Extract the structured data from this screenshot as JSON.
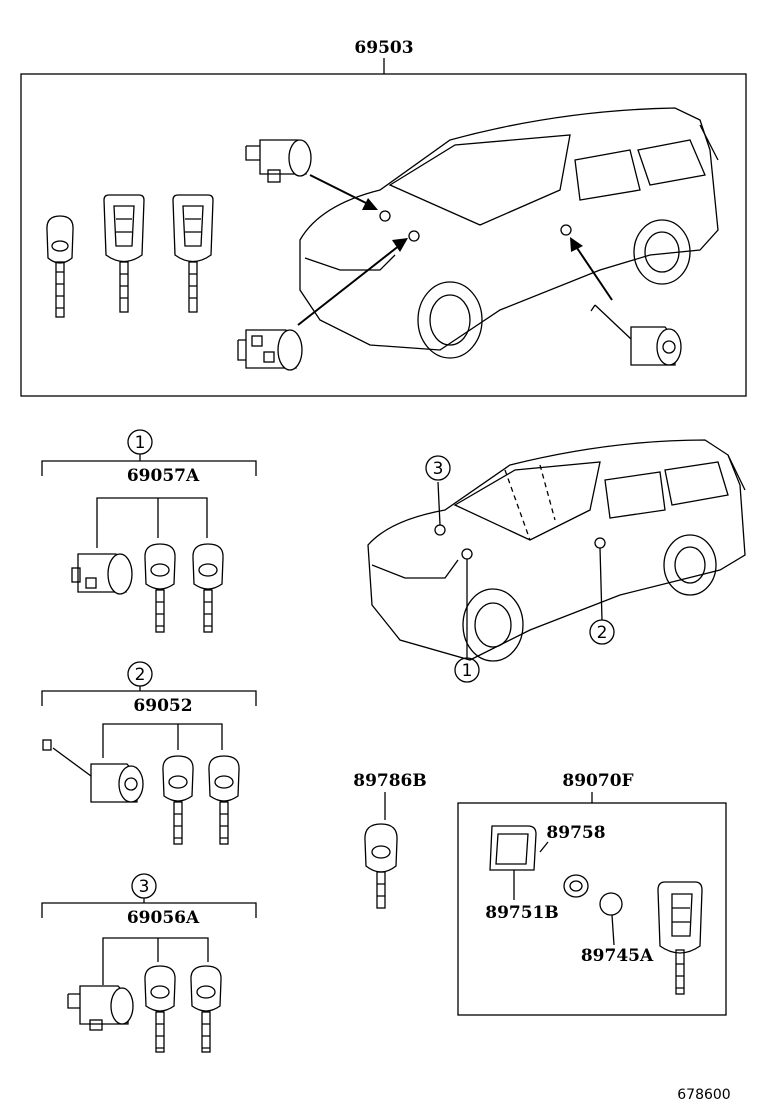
{
  "groups": {
    "main": {
      "part_no": "69503"
    },
    "g1": {
      "circle": "1",
      "part_no": "69057A"
    },
    "g2": {
      "circle": "2",
      "part_no": "69052"
    },
    "g3": {
      "circle": "3",
      "part_no": "69056A"
    },
    "key": {
      "part_no": "89786B"
    },
    "remote": {
      "part_no": "89070F"
    }
  },
  "remote_parts": {
    "cover": "89751B",
    "battery_holder": "89758",
    "battery": "89745A"
  },
  "car_callouts": {
    "c1": "1",
    "c2": "2",
    "c3": "3"
  },
  "ref": "678600"
}
